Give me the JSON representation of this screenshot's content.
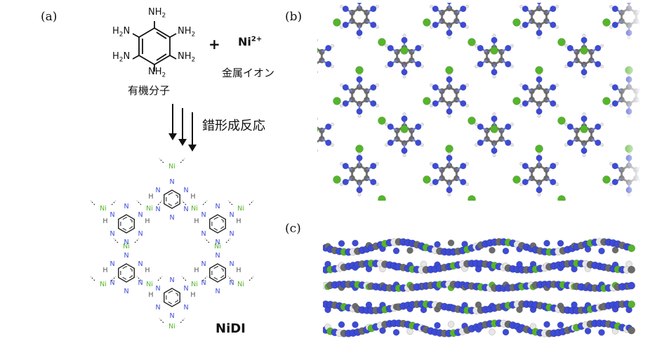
{
  "panels": {
    "a": "(a)",
    "b": "(b)",
    "c": "(c)"
  },
  "scheme": {
    "amine_label": "NH2",
    "amine_sub": "2",
    "amine_base": "NH",
    "plus": "+",
    "metal_ion": "Ni",
    "metal_charge": "2+",
    "metal_ion_caption": "金属イオン",
    "organic_caption": "有機分子",
    "reaction_caption": "錯形成反応",
    "product_name": "NiDI",
    "ni_label": "Ni",
    "n_label": "N",
    "h_label": "H",
    "nh_label": "NH",
    "hn_label": "HN"
  },
  "colors": {
    "nickel": "#55b52b",
    "nitrogen": "#3d4bd6",
    "carbon": "#6b6b6b",
    "hydrogen": "#e6e6e6",
    "bond_text": "#111111"
  }
}
